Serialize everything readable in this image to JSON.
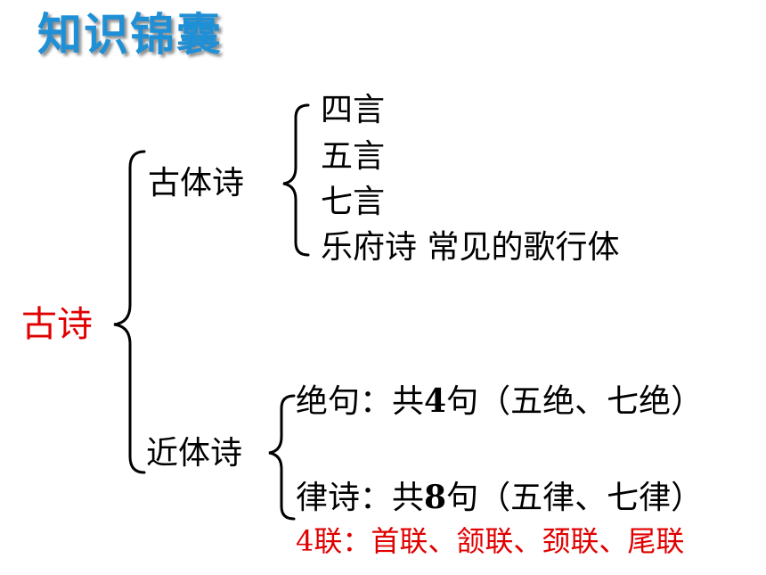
{
  "title": "知识锦囊",
  "root": {
    "label": "古诗"
  },
  "gutishi": {
    "label": "古体诗",
    "items": [
      "四言",
      "五言",
      "七言",
      "乐府诗 常见的歌行体"
    ]
  },
  "jintishi": {
    "label": "近体诗",
    "jueju": {
      "name": "绝句：共",
      "count": "4",
      "rest": "句（五绝、七绝）"
    },
    "lushi": {
      "name": "律诗：共",
      "count": "8",
      "rest": "句（五律、七律）"
    },
    "note": "4联：首联、颔联、颈联、尾联"
  },
  "colors": {
    "title": "#1f8fd6",
    "root": "#e00000",
    "note": "#e00000",
    "text": "#000000"
  }
}
